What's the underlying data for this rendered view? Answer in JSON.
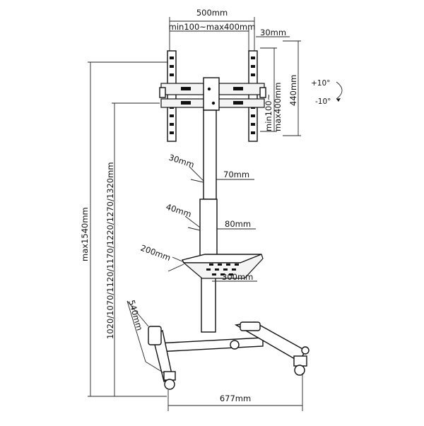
{
  "labels": {
    "width_overall": "500mm",
    "vesa_horizontal": "min100~max400mm",
    "arm_offset": "30mm",
    "vesa_vertical_1": "min100~",
    "vesa_vertical_2": "max400mm",
    "height_bracket": "440mm",
    "tilt_up": "+10°",
    "tilt_down": "-10°",
    "column_upper_depth": "30mm",
    "column_upper_width": "70mm",
    "column_lower_depth": "40mm",
    "column_lower_width": "80mm",
    "shelf_depth": "200mm",
    "shelf_width": "300mm",
    "max_height": "max1540mm",
    "height_positions": "1020/1070/1120/1170/1220/1270/1320mm",
    "base_depth": "540mm",
    "base_width": "677mm"
  }
}
